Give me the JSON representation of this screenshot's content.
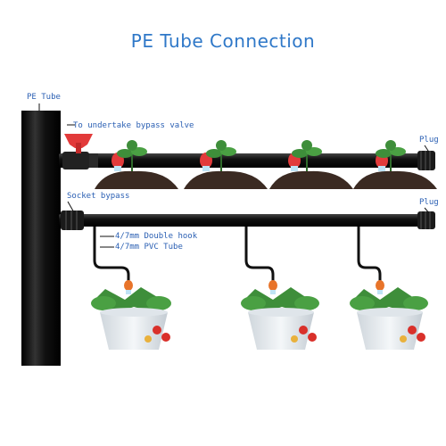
{
  "title": "PE Tube Connection",
  "labels": {
    "pe_tube": "PE Tube",
    "bypass_valve": "To undertake bypass valve",
    "plug_top": "Plug",
    "socket_bypass": "Socket bypass",
    "plug_bottom": "Plug",
    "double_hook": "4/7mm Double hook",
    "pvc_tube": "4/7mm PVC Tube"
  },
  "colors": {
    "title": "#2f78c8",
    "label": "#2a5fb3",
    "tube": "#111111",
    "valve": "#e23a3a",
    "soil": "#3b2a22",
    "leaf": "#3e8e3a",
    "pot": "#e9eef2"
  }
}
